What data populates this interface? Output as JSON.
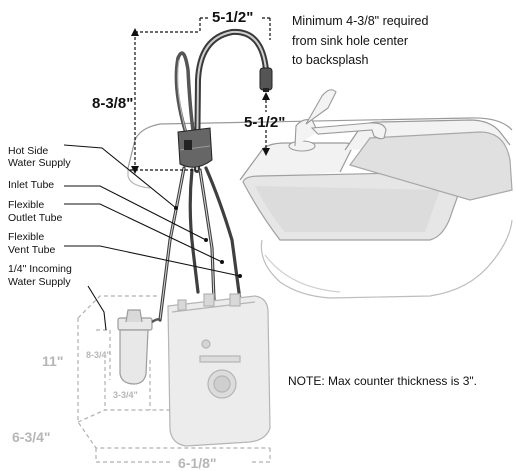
{
  "dimensions": {
    "spout_reach": "5-1/2\"",
    "faucet_height": "8-3/8\"",
    "spout_clearance": "5-1/2\"",
    "tank_height": "11\"",
    "tank_depth": "6-3/4\"",
    "tank_width": "6-1/8\"",
    "filter_height": "8-3/4\"",
    "filter_width": "3-3/4\""
  },
  "clearance_note": {
    "line1": "Minimum  4-3/8\" required",
    "line2": "from sink hole center",
    "line3": "to backsplash"
  },
  "callouts": {
    "hot_side": [
      "Hot Side",
      "Water Supply"
    ],
    "inlet": [
      "Inlet Tube"
    ],
    "outlet": [
      "Flexible",
      "Outlet Tube"
    ],
    "vent": [
      "Flexible",
      "Vent Tube"
    ],
    "incoming": [
      "1/4\" Incoming",
      "Water Supply"
    ]
  },
  "counter_note": "NOTE: Max counter thickness is 3\"."
}
